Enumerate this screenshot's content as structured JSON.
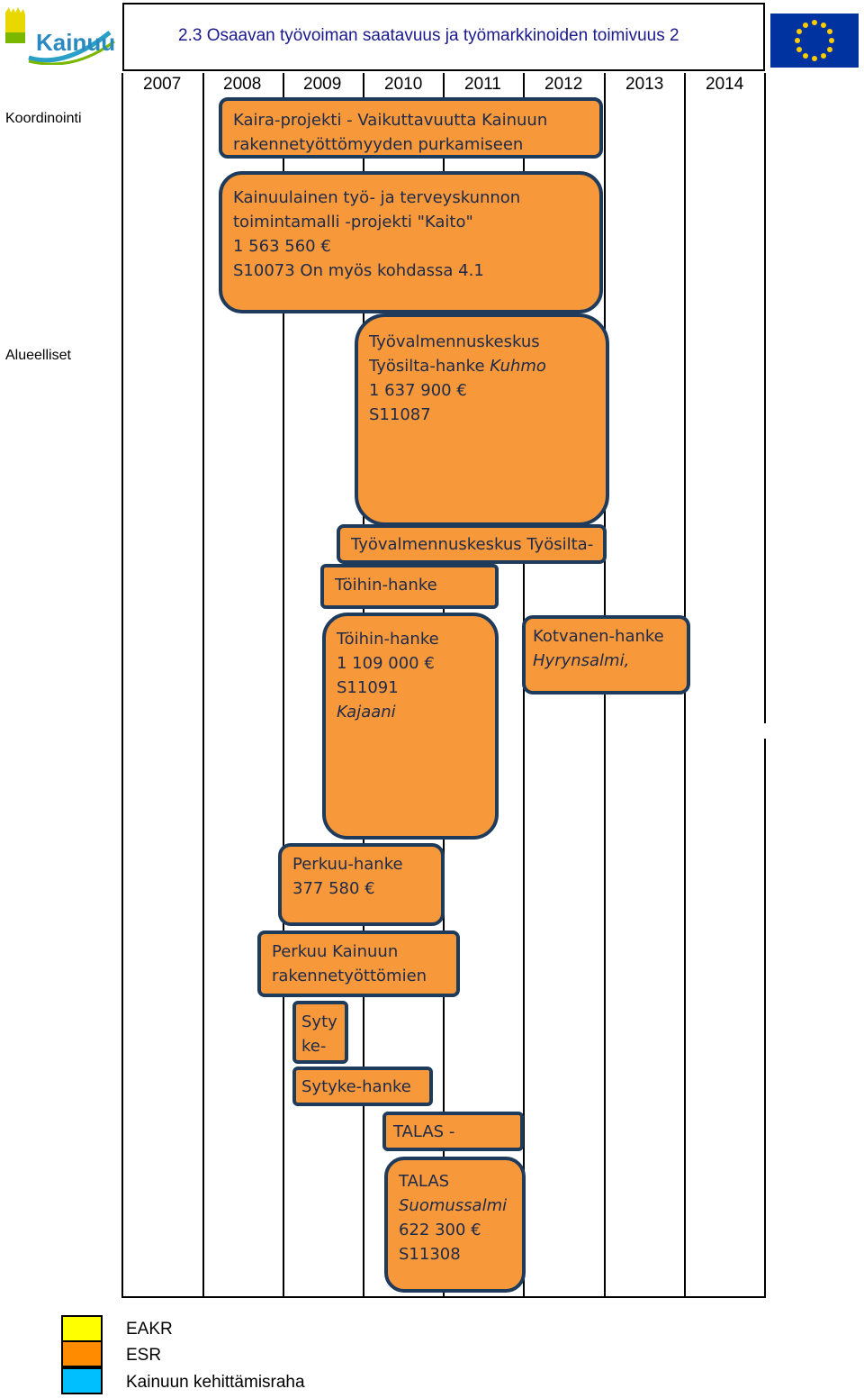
{
  "header": {
    "title": "2.3 Osaavan työvoiman saatavuus ja työmarkkinoiden toimivuus 2",
    "logo_text": "Kainuu"
  },
  "years": [
    "2007",
    "2008",
    "2009",
    "2010",
    "2011",
    "2012",
    "2013",
    "2014"
  ],
  "row_labels": {
    "coordination": "Koordinointi",
    "regional": "Alueelliset"
  },
  "projects": [
    {
      "lines": [
        "Kaira-projekti - Vaikuttavuutta Kainuun",
        "rakennetyöttömyyden purkamiseen"
      ]
    },
    {
      "lines": [
        "Kainuulainen työ- ja terveyskunnon",
        "toimintamalli -projekti \"Kaito\"",
        "1 563 560 €",
        "S10073   On myös kohdassa 4.1"
      ]
    },
    {
      "lines": [
        "Työvalmennuskeskus",
        "Työsilta-hanke",
        "1 637 900 €",
        "S11087"
      ],
      "italic_suffix": "Kuhmo"
    },
    {
      "lines": [
        "Työvalmennuskeskus Työsilta-"
      ]
    },
    {
      "lines": [
        "Töihin-hanke"
      ]
    },
    {
      "lines": [
        "Töihin-hanke",
        "1 109 000 €",
        "S11091",
        "Kajaani"
      ]
    },
    {
      "lines": [
        "Kotvanen-hanke",
        "Hyrynsalmi,"
      ]
    },
    {
      "lines": [
        "Perkuu-hanke",
        "377 580 €"
      ]
    },
    {
      "lines": [
        "Perkuu Kainuun",
        "rakennetyöttömien"
      ]
    },
    {
      "lines": [
        "Syty",
        "ke-"
      ]
    },
    {
      "lines": [
        "Sytyke-hanke"
      ]
    },
    {
      "lines": [
        "TALAS -"
      ]
    },
    {
      "lines": [
        "TALAS",
        "Suomussalmi",
        "622 300 €",
        "S11308"
      ]
    }
  ],
  "legend": [
    {
      "label": "EAKR",
      "color": "#ffff00"
    },
    {
      "label": "ESR",
      "color": "#ff8c00"
    },
    {
      "label": "Kainuun kehittämisraha",
      "color": "#00bfff"
    }
  ],
  "colors": {
    "box_fill": "#f7983a",
    "box_border": "#1f3b5c",
    "title": "#1a1a8c"
  }
}
